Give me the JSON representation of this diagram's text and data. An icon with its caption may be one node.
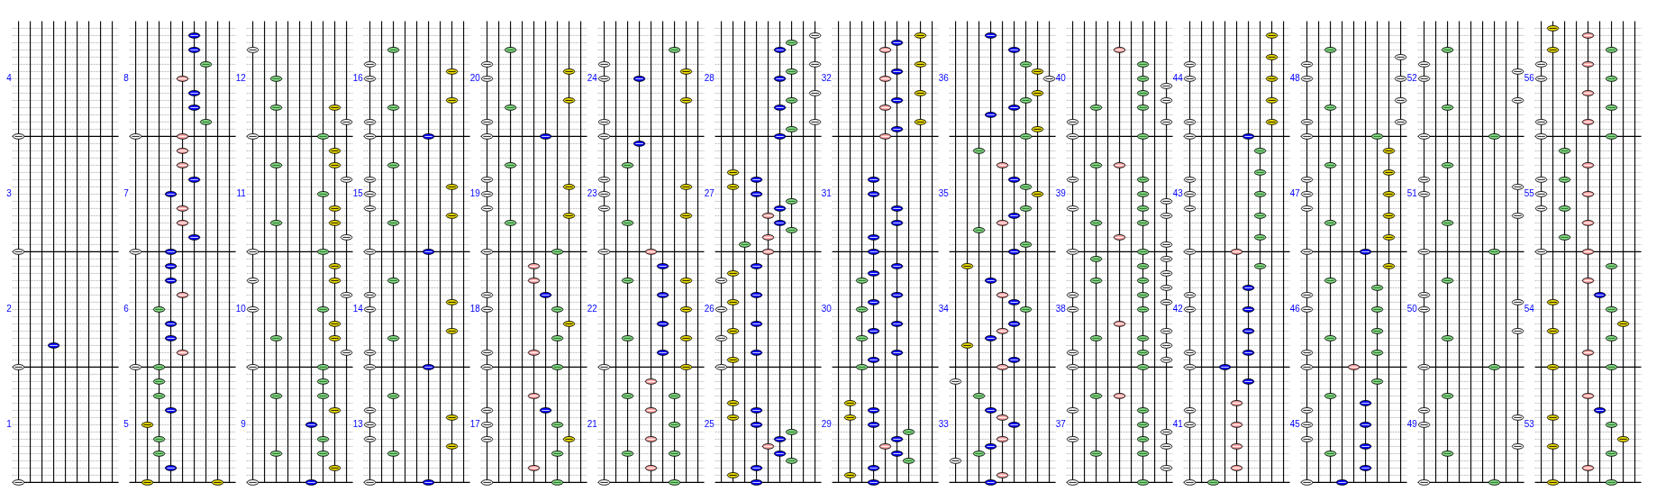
{
  "diagram": {
    "labels": [
      "4",
      "8",
      "12",
      "16",
      "20",
      "24",
      "28",
      "32",
      "36",
      "40",
      "44",
      "48",
      "52",
      "56",
      "3",
      "7",
      "11",
      "15",
      "19",
      "23",
      "27",
      "31",
      "35",
      "39",
      "43",
      "47",
      "51",
      "55",
      "2",
      "6",
      "10",
      "14",
      "18",
      "22",
      "26",
      "30",
      "34",
      "38",
      "42",
      "46",
      "50",
      "54",
      "1",
      "5",
      "9",
      "13",
      "17",
      "21",
      "25",
      "29",
      "33",
      "37",
      "41",
      "45",
      "49",
      "53"
    ]
  }
}
